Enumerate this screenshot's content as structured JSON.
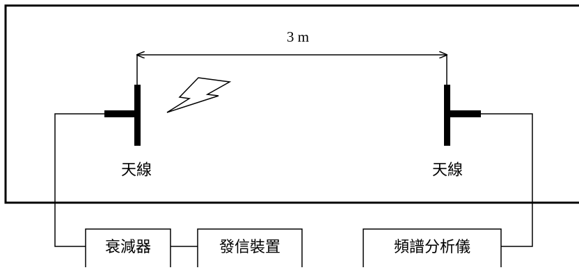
{
  "diagram": {
    "distance_label": "3 m",
    "antenna_left_label": "天線",
    "antenna_right_label": "天線",
    "attenuator_label": "衰減器",
    "transmitter_label": "發信裝置",
    "spectrum_analyzer_label": "頻譜分析儀",
    "signal_icon": "lightning-bolt-icon"
  }
}
